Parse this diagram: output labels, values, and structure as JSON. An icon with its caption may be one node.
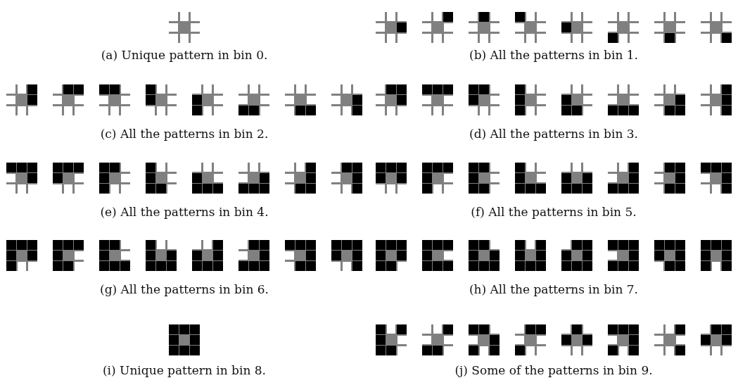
{
  "diagram": {
    "labels": [
      "(a) Unique pattern in bin 0.",
      "(b) All the patterns in bin 1.",
      "(c) All the patterns in bin 2.",
      "(d) All the patterns in bin 3.",
      "(e) All the patterns in bin 4.",
      "(f) All the patterns in bin 5.",
      "(g) All the patterns in bin 6.",
      "(h) All the patterns in bin 7.",
      "(i) Unique pattern in bin 8.",
      "(j) Some of the patterns in bin 9."
    ]
  }
}
